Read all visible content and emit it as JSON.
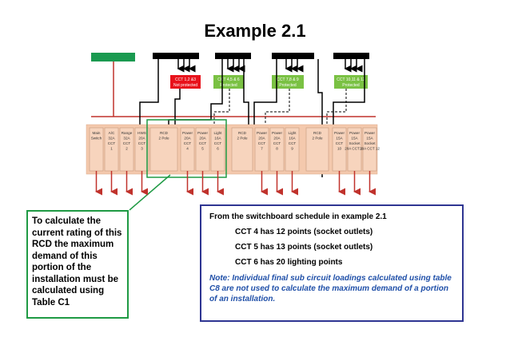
{
  "title": "Example 2.1",
  "labels": {
    "cct12": "CCT 1,2 &3",
    "cct12b": "Not protected",
    "cct45": "CCT 4,5 & 6",
    "cct45b": "Protected",
    "cct78": "CCT 7,8 & 9",
    "cct78b": "Protected",
    "cct1011": "CCT 10,11 & 12",
    "cct1011b": "Protected"
  },
  "breakers": [
    {
      "l1": "Main",
      "l2": "Switch",
      "l3": "",
      "l4": ""
    },
    {
      "l1": "A/C",
      "l2": "32A",
      "l3": "CCT",
      "l4": "1"
    },
    {
      "l1": "Range",
      "l2": "32A",
      "l3": "CCT",
      "l4": "2"
    },
    {
      "l1": "HWS",
      "l2": "20A",
      "l3": "CCT",
      "l4": "3"
    },
    {
      "l1": "RCD",
      "l2": "2 Pole",
      "l3": "",
      "l4": ""
    },
    {
      "l1": "Power",
      "l2": "20A",
      "l3": "CCT",
      "l4": "4"
    },
    {
      "l1": "Power",
      "l2": "20A",
      "l3": "CCT",
      "l4": "5"
    },
    {
      "l1": "Light",
      "l2": "16A",
      "l3": "CCT",
      "l4": "6"
    },
    {
      "l1": "RCD",
      "l2": "2 Pole",
      "l3": "",
      "l4": ""
    },
    {
      "l1": "Power",
      "l2": "20A",
      "l3": "CCT",
      "l4": "7"
    },
    {
      "l1": "Power",
      "l2": "20A",
      "l3": "CCT",
      "l4": "8"
    },
    {
      "l1": "Light",
      "l2": "16A",
      "l3": "CCT",
      "l4": "9"
    },
    {
      "l1": "RCD",
      "l2": "2 Pole",
      "l3": "",
      "l4": ""
    },
    {
      "l1": "Power",
      "l2": "15A",
      "l3": "CCT",
      "l4": "10"
    },
    {
      "l1": "Power",
      "l2": "15A",
      "l3": "Socket",
      "l4": "20A CCT 11"
    },
    {
      "l1": "Power",
      "l2": "15A",
      "l3": "Socket",
      "l4": "20A CCT 12"
    }
  ],
  "left_note": "To calculate the current rating of this RCD the maximum demand of this portion of the installation must be calculated using Table C1",
  "right_note": {
    "heading": "From the switchboard schedule in example 2.1",
    "items": [
      "CCT 4 has 12 points (socket outlets)",
      "CCT 5 has 13 points (socket outlets)",
      "CCT 6 has 20 lighting points"
    ],
    "note": "Note: Individual final sub circuit loadings calculated using table C8 are not used to calculate the maximum demand of a portion of an installation."
  },
  "colors": {
    "green_block": "#1a9a50",
    "red_label": "#e8121b",
    "green_label": "#7ac143",
    "panel": "#f4c9ad",
    "arrow": "#c0322c",
    "left_border": "#1f9a44",
    "right_border": "#2e3592",
    "note_text": "#1f4fa8"
  }
}
